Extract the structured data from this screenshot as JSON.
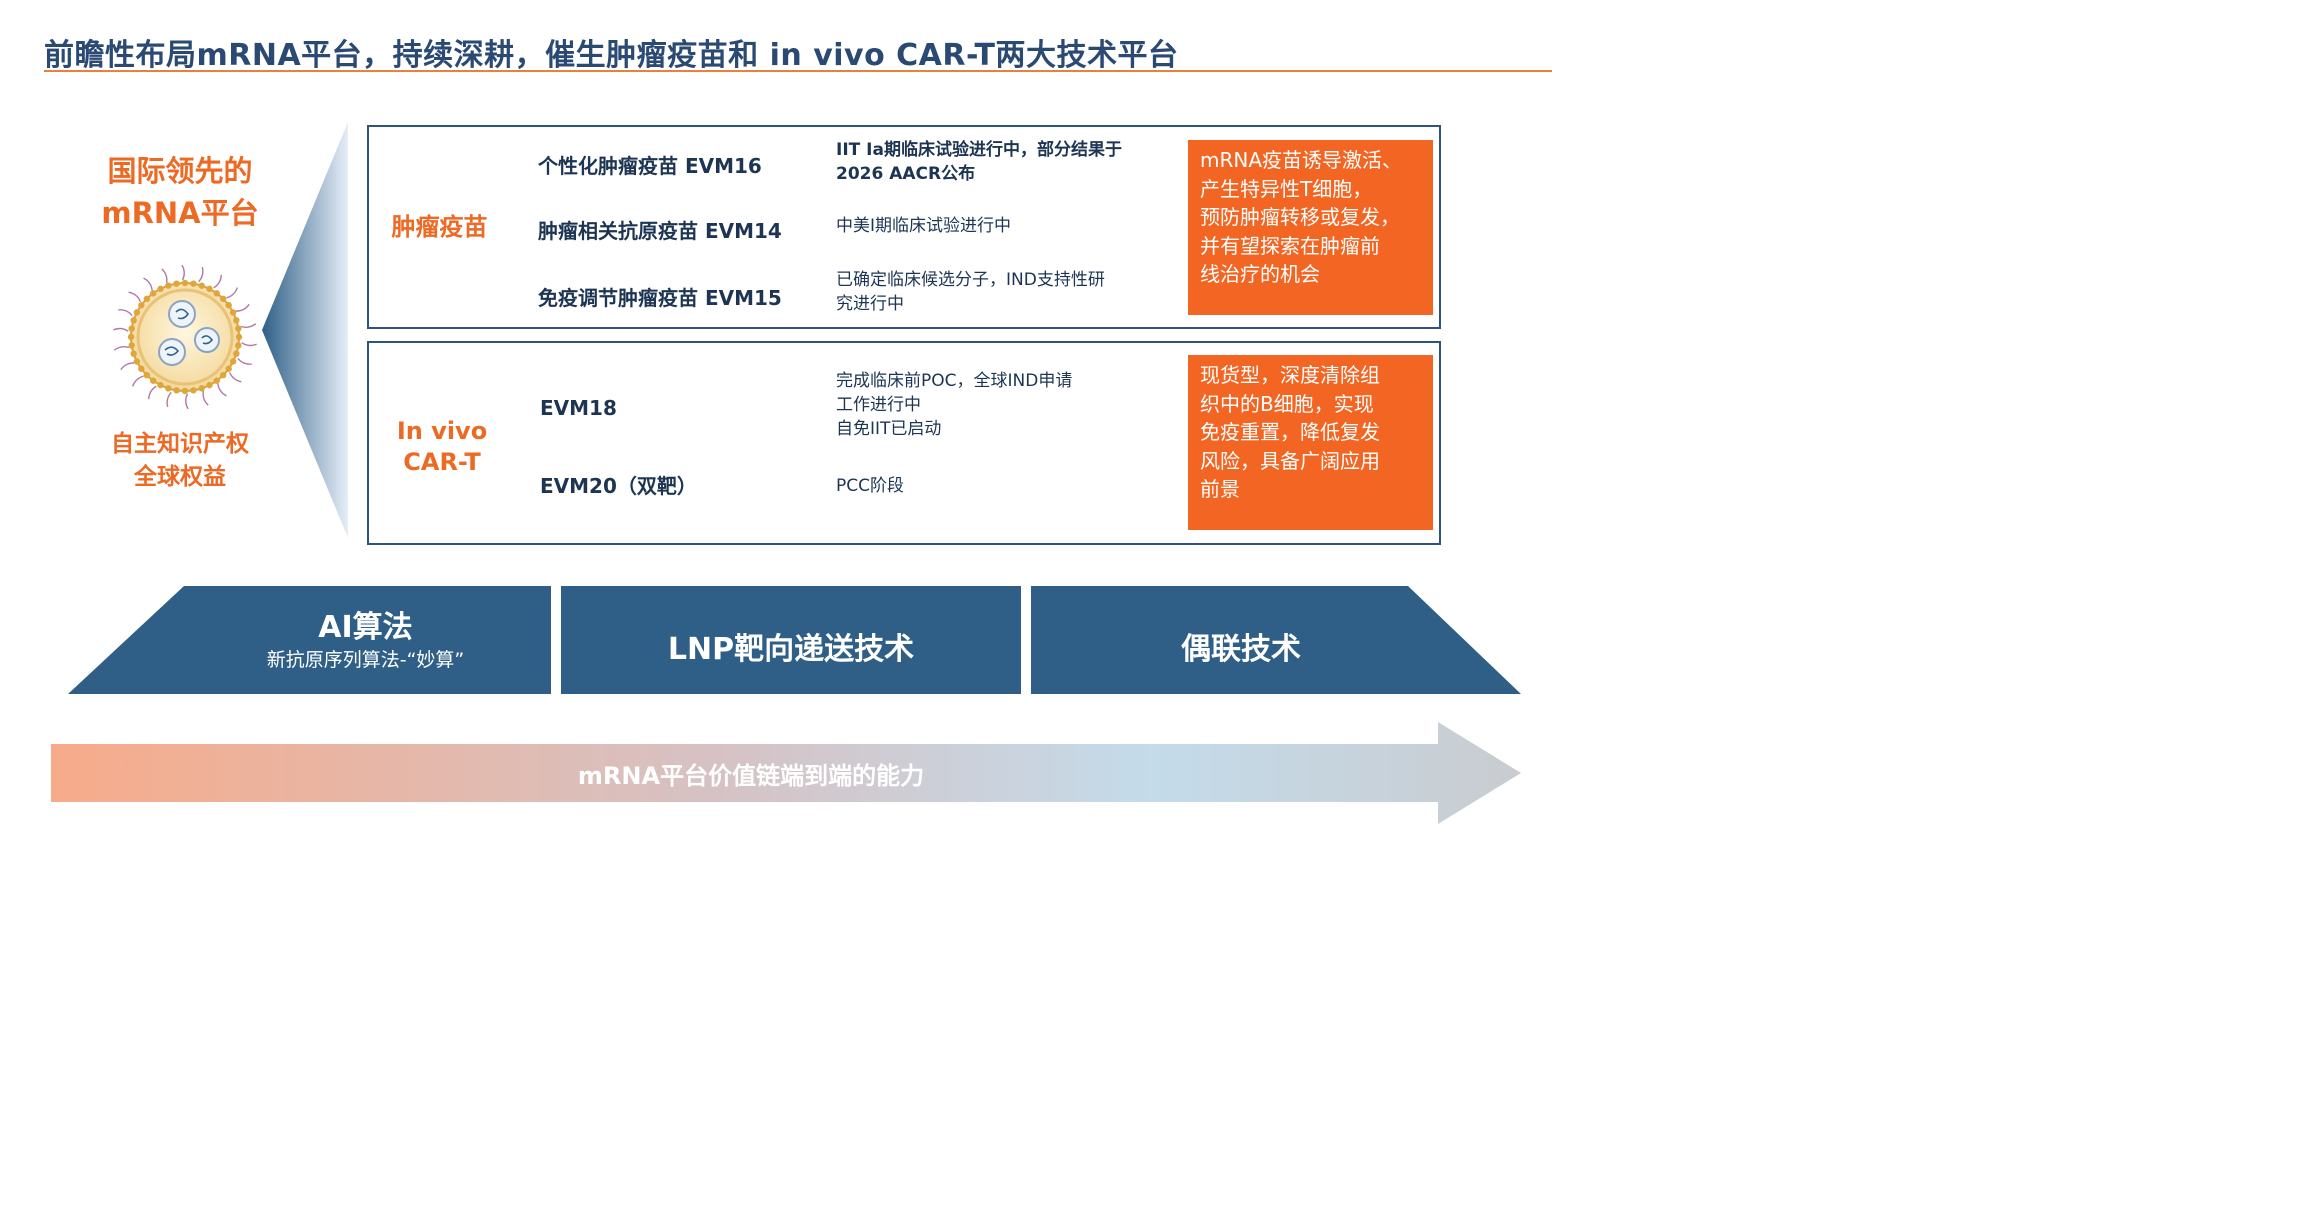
{
  "title": "前瞻性布局mRNA平台，持续深耕，催生肿瘤疫苗和 in vivo CAR-T两大技术平台",
  "left_panel": {
    "heading_line1": "国际领先的",
    "heading_line2": "mRNA平台",
    "sub_line1": "自主知识产权",
    "sub_line2": "全球权益"
  },
  "platforms": [
    {
      "category": "肿瘤疫苗",
      "products": [
        {
          "name": "个性化肿瘤疫苗 EVM16",
          "status_line1": "IIT Ia期临床试验进行中，部分结果于",
          "status_line2": "2026 AACR公布"
        },
        {
          "name": "肿瘤相关抗原疫苗 EVM14",
          "status_line1": "中美I期临床试验进行中"
        },
        {
          "name": "免疫调节肿瘤疫苗 EVM15",
          "status_line1": "已确定临床候选分子，IND支持性研",
          "status_line2": "究进行中"
        }
      ],
      "highlight": [
        "mRNA疫苗诱导激活、",
        "产生特异性T细胞，",
        "预防肿瘤转移或复发，",
        "并有望探索在肿瘤前",
        "线治疗的机会"
      ]
    },
    {
      "category_line1": "In vivo",
      "category_line2": "CAR-T",
      "products": [
        {
          "name": "EVM18",
          "status_line1": "完成临床前POC，全球IND申请",
          "status_line2": "工作进行中",
          "status_line3": "自免IIT已启动"
        },
        {
          "name": "EVM20（双靶）",
          "status_line1": "PCC阶段"
        }
      ],
      "highlight": [
        "现货型，深度清除组",
        "织中的B细胞，实现",
        "免疫重置，降低复发",
        "风险，具备广阔应用",
        "前景"
      ]
    }
  ],
  "technologies": [
    {
      "label": "AI算法",
      "sublabel": "新抗原序列算法-“妙算”"
    },
    {
      "label": "LNP靶向递送技术"
    },
    {
      "label": "偶联技术"
    }
  ],
  "value_chain": "mRNA平台价值链端到端的能力",
  "colors": {
    "accent_orange": "#f26522",
    "navy": "#2f5f87",
    "title_blue": "#2b4a73"
  }
}
